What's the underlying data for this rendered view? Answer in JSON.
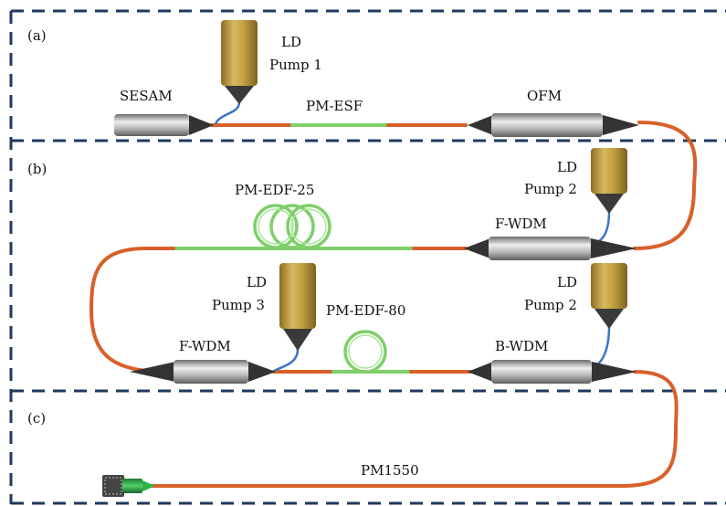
{
  "sections": {
    "a": "(a)",
    "b": "(b)",
    "c": "(c)"
  },
  "labels": {
    "ld_pump1_l1": "LD",
    "ld_pump1_l2": "Pump 1",
    "sesam": "SESAM",
    "pm_esf": "PM-ESF",
    "ofm": "OFM",
    "ld_pump2a_l1": "LD",
    "ld_pump2a_l2": "Pump 2",
    "pm_edf_25": "PM-EDF-25",
    "f_wdm_top": "F-WDM",
    "ld_pump3_l1": "LD",
    "ld_pump3_l2": "Pump 3",
    "pm_edf_80": "PM-EDF-80",
    "ld_pump2b_l1": "LD",
    "ld_pump2b_l2": "Pump 2",
    "f_wdm_bottom": "F-WDM",
    "b_wdm": "B-WDM",
    "pm1550": "PM1550"
  },
  "colors": {
    "border": "#1f3a5f",
    "fiber": "#d9602a",
    "gain_fiber": "#7fcf6a",
    "pump_fiber": "#3b74c8",
    "ld_body": "#c9a645",
    "component_body": "#a8a8a8",
    "connector_green": "#2fb34a"
  }
}
